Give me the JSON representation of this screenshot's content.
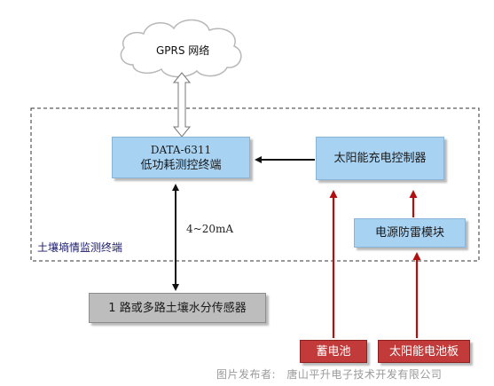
{
  "cloud": {
    "label": "GPRS 网络"
  },
  "terminal_boundary": {
    "label": "土壤墒情监测终端"
  },
  "nodes": {
    "data6311": {
      "line1": "DATA-6311",
      "line2": "低功耗测控终端"
    },
    "solar_controller": {
      "label": "太阳能充电控制器"
    },
    "lightning_module": {
      "label": "电源防雷模块"
    },
    "sensor": {
      "label": "1 路或多路土壤水分传感器"
    },
    "battery": {
      "label": "蓄电池"
    },
    "solar_panel": {
      "label": "太阳能电池板"
    }
  },
  "edges": {
    "signal_label": "4~20mA"
  },
  "footer": {
    "credit_prefix": "图片发布者:",
    "credit_name": "唐山平升电子技术开发有限公司"
  },
  "colors": {
    "box_blue": "#a8d2f2",
    "box_gray": "#bdbdbd",
    "box_red": "#c23a3a",
    "arrow_dark": "#111111",
    "arrow_red": "#b01010"
  }
}
